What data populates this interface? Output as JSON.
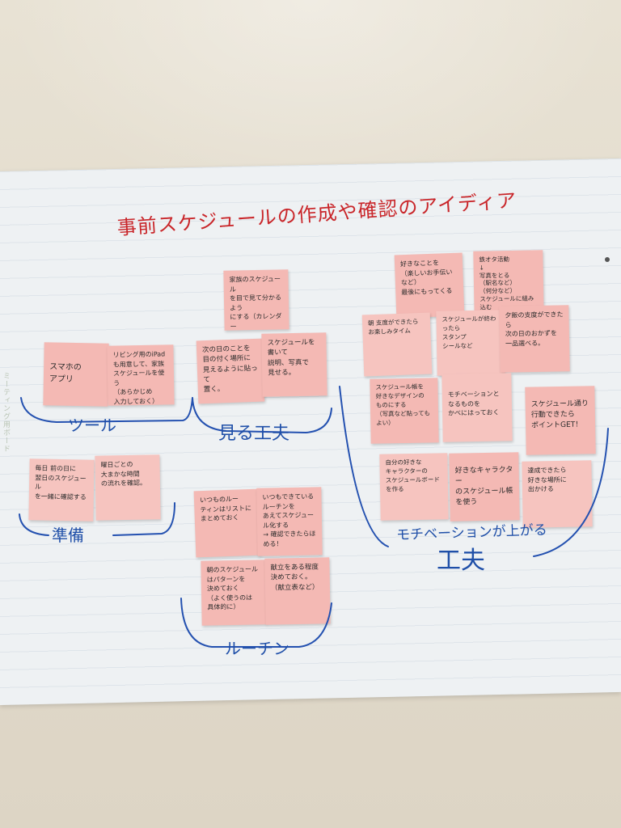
{
  "title": "事前スケジュールの作成や確認のアイディア",
  "side_print": "ミーティング用ボード",
  "groups": {
    "tools": "ツール",
    "visual": "見る工夫",
    "prep": "準備",
    "routine": "ルーチン",
    "motivation_line": "モチベーションが上がる",
    "motivation_big": "工夫"
  },
  "notes": [
    {
      "id": "smartphone-app",
      "text": "スマホの\nアプリ"
    },
    {
      "id": "ipad-living",
      "text": "リビング用のiPad\nも用意して、家族\nスケジュールを使う\n（あらかじめ\n入力しておく）"
    },
    {
      "id": "family-schedule",
      "text": "家族のスケジュール\nを目で見て分かるよう\nにする（カレンダー\nホワイトボードなど）"
    },
    {
      "id": "next-day-display",
      "text": "次の日のことを\n目の付く場所に\n見えるように貼って\n置く。"
    },
    {
      "id": "explain-schedule",
      "text": "スケジュールを書いて\n説明、写真で\n見せる。"
    },
    {
      "id": "daily-schedule",
      "text": "毎日 前の日に\n翌日のスケジュール\nを一緒に確認する"
    },
    {
      "id": "weekday-time",
      "text": "曜日ごとの\n大まかな時間\nの流れを確認。"
    },
    {
      "id": "routine-list",
      "text": "いつものルー\nティンはリストに\nまとめておく"
    },
    {
      "id": "always-routine",
      "text": "いつもできている\nルーチンを\nあえてスケジュー\nル化する\n→ 確認できたらほめる！"
    },
    {
      "id": "pattern-schedule",
      "text": "朝のスケジュール\nはパターンを\n決めておく\n（よく使うのは\n具体的に）"
    },
    {
      "id": "menu-decide",
      "text": "献立をある程度\n決めておく。\n（献立表など）"
    },
    {
      "id": "favorite-reward",
      "text": "好きなことを\n（楽しいお手伝い\nなど）\n最後にもってくる"
    },
    {
      "id": "train-otaku",
      "text": "鉄オタ活動\n↓\n写真をとる\n（駅名など）\n（何分など）\nスケジュールに組み込む"
    },
    {
      "id": "motivation-parts",
      "text": "朝 支度ができたら\nお楽しみタイム"
    },
    {
      "id": "stamp-card",
      "text": "スケジュールが終わったら\nスタンプ\nシールなど"
    },
    {
      "id": "dinner-menu",
      "text": "夕飯の支度ができたら\n次の日のおかずを\n一品選べる。"
    },
    {
      "id": "favorite-item",
      "text": "スケジュール帳を\n好きなデザインの\nものにする\n（写真など貼ってもよい）"
    },
    {
      "id": "motivation-put",
      "text": "モチベーションと\nなるものを\nかべにはっておく"
    },
    {
      "id": "point-get",
      "text": "スケジュール通り\n行動できたら\nポイントGET！"
    },
    {
      "id": "ipad-schedule",
      "text": "自分の好きな\nキャラクターの\nスケジュールボード\nを作る"
    },
    {
      "id": "character-book",
      "text": "好きなキャラクター\nのスケジュール帳\nを使う"
    },
    {
      "id": "goal-reward",
      "text": "達成できたら\n好きな場所に\n出かける"
    }
  ]
}
